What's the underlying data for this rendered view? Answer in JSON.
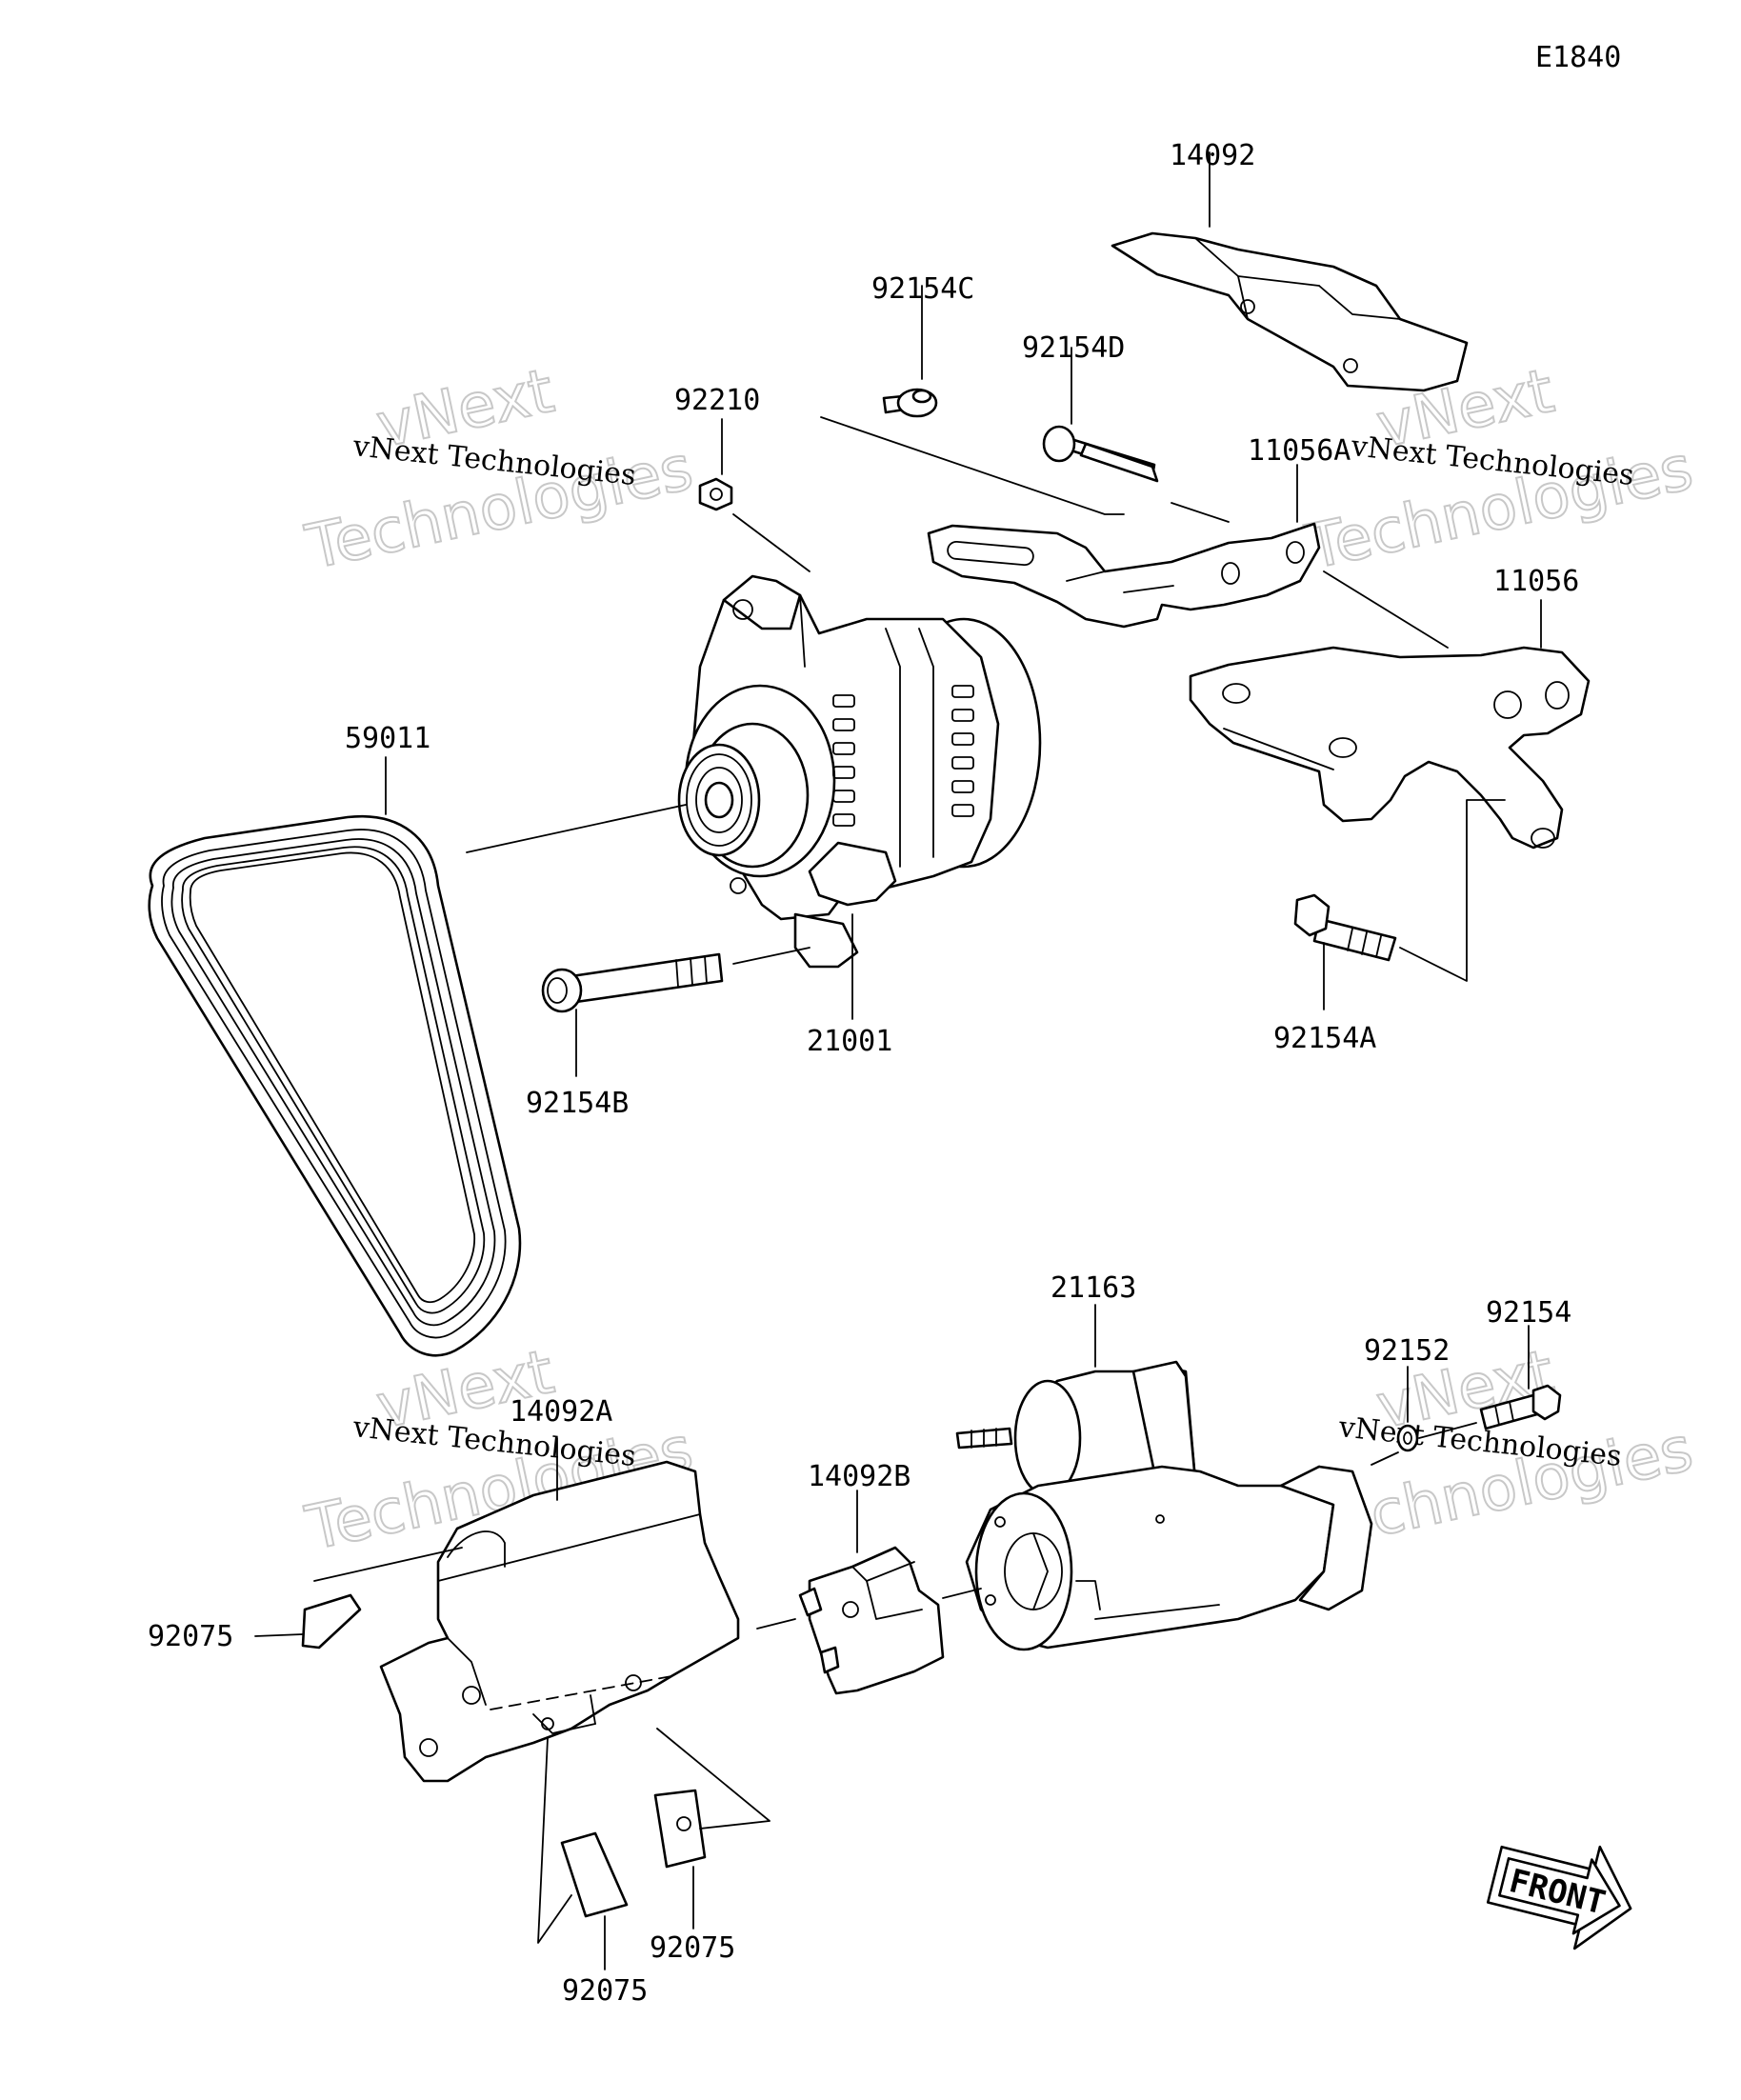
{
  "diagram_code": "E1840",
  "watermark": {
    "line": "vNext Technologies",
    "big_top": "vNext",
    "big_bottom": "Technologies"
  },
  "front_label": "FRONT",
  "parts": {
    "p14092": "14092",
    "p92154C": "92154C",
    "p92154D": "92154D",
    "p92210": "92210",
    "p11056A": "11056A",
    "p11056": "11056",
    "p59011": "59011",
    "p21001": "21001",
    "p92154B": "92154B",
    "p92154A": "92154A",
    "p21163": "21163",
    "p92152": "92152",
    "p92154": "92154",
    "p14092A": "14092A",
    "p14092B": "14092B",
    "p92075_left": "92075",
    "p92075_right": "92075",
    "p92075_bottom": "92075"
  }
}
